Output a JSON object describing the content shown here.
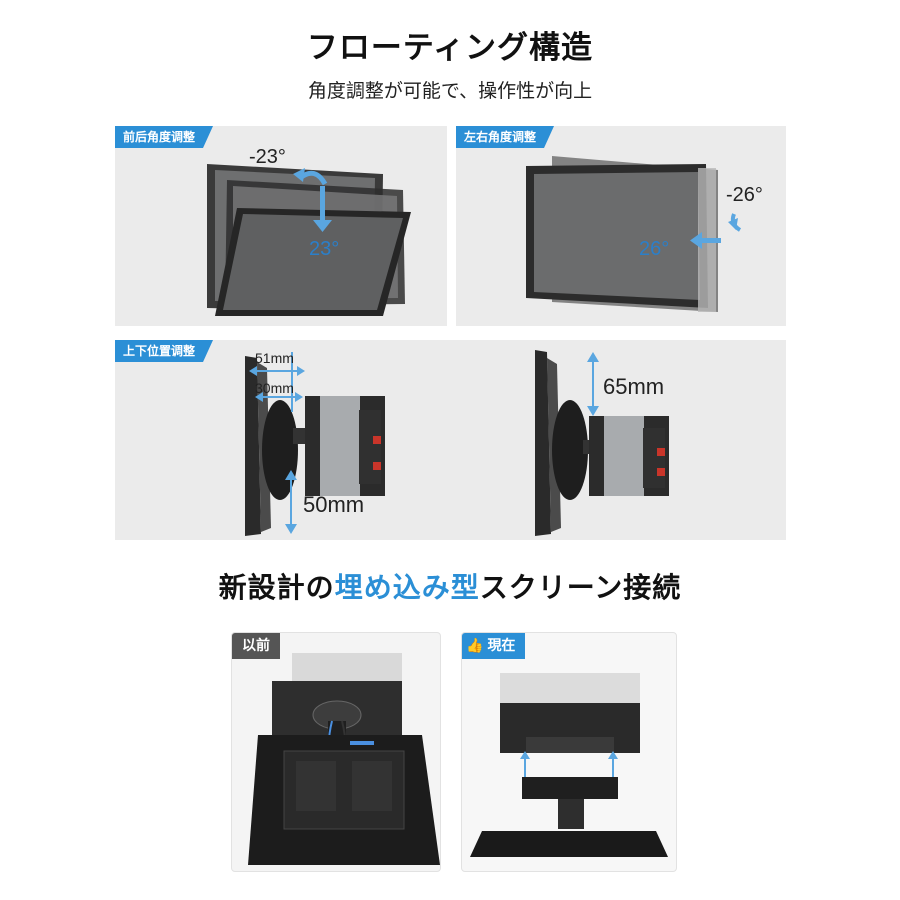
{
  "header": {
    "title": "フローティング構造",
    "subtitle": "角度調整が可能で、操作性が向上"
  },
  "panels": {
    "tilt": {
      "tag": "前后角度调整",
      "angle_up": "-23°",
      "angle_down": "23°"
    },
    "swivel": {
      "tag": "左右角度调整",
      "angle_left": "26°",
      "angle_right": "-26°"
    },
    "position": {
      "tag": "上下位置调整",
      "dim_51": "51mm",
      "dim_30": "30mm",
      "dim_50": "50mm",
      "dim_65": "65mm"
    }
  },
  "section2": {
    "title_pre": "新設計の",
    "title_highlight": "埋め込み型",
    "title_post": "スクリーン接続",
    "before_label": "以前",
    "after_label": "現在"
  },
  "colors": {
    "accent": "#2b8fd6",
    "panel_bg": "#ebebeb",
    "dark_tag": "#555555"
  }
}
